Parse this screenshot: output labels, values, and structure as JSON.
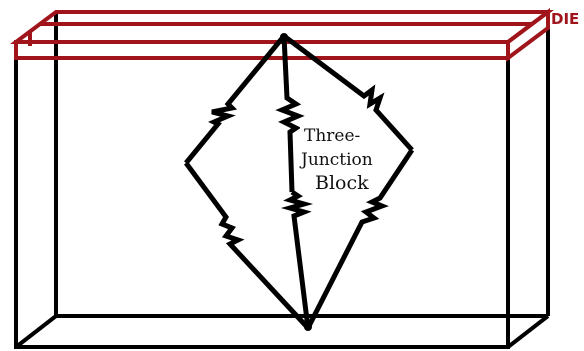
{
  "die": {
    "label": "DIE",
    "color": "#a0151c"
  },
  "block": {
    "line1": "Three-",
    "line2": "Junction",
    "line3": "Block",
    "color": "#000000"
  }
}
